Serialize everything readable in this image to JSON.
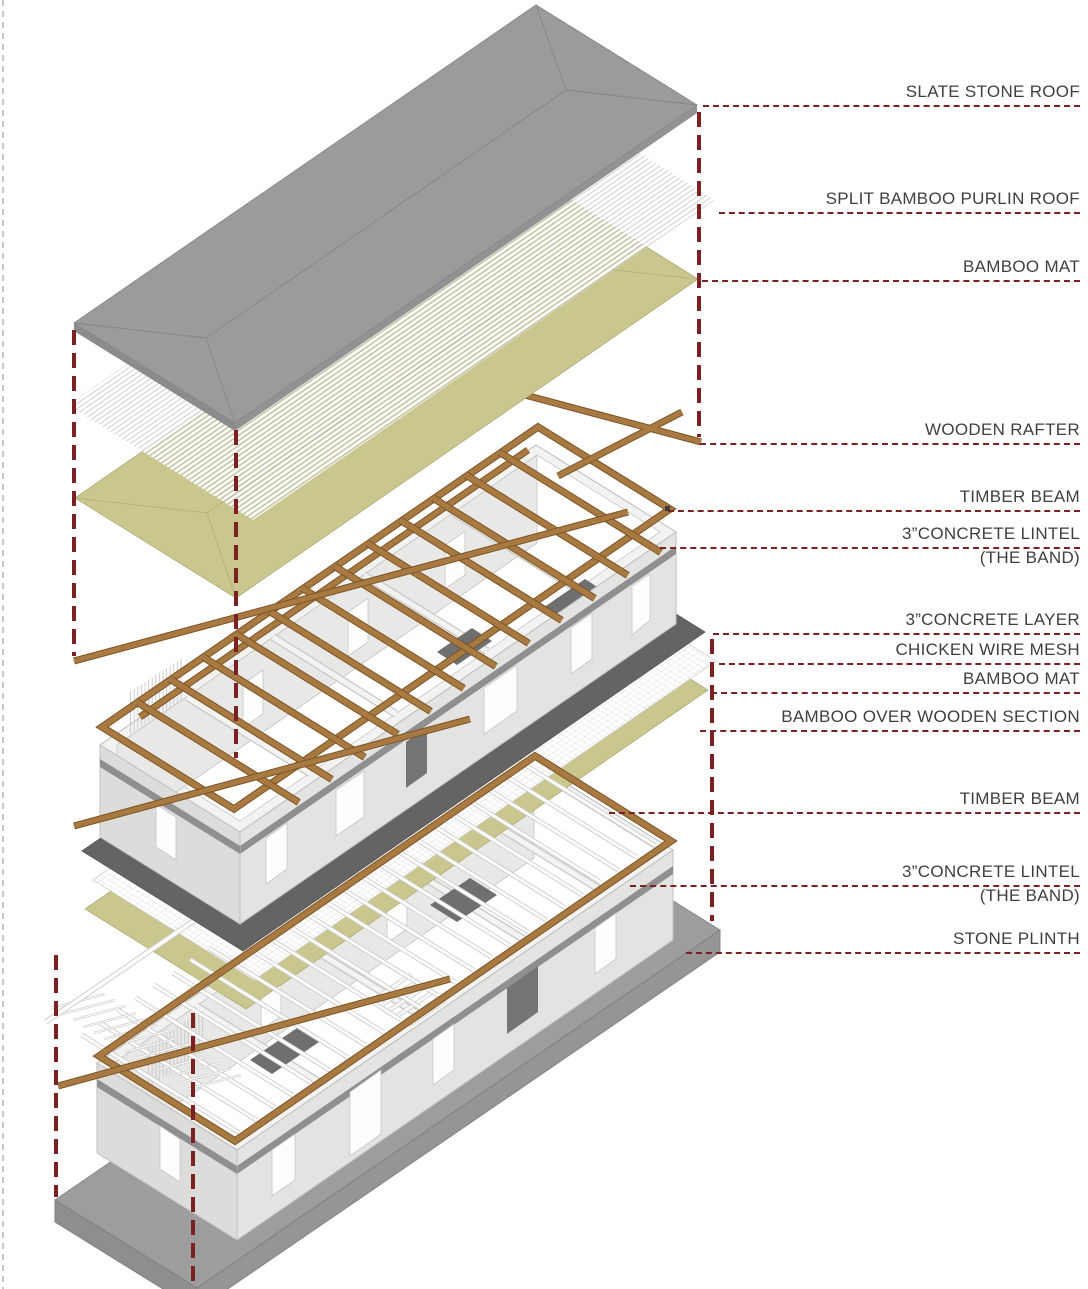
{
  "callouts": [
    {
      "id": "slate-stone-roof",
      "label": "SLATE STONE ROOF"
    },
    {
      "id": "split-bamboo-purlin-roof",
      "label": "SPLIT BAMBOO PURLIN ROOF"
    },
    {
      "id": "bamboo-mat-roof",
      "label": "BAMBOO MAT"
    },
    {
      "id": "wooden-rafter",
      "label": "WOODEN RAFTER"
    },
    {
      "id": "timber-beam-upper",
      "label": "TIMBER BEAM"
    },
    {
      "id": "concrete-lintel-upper",
      "label": "3”CONCRETE LINTEL",
      "label2": "(THE BAND)"
    },
    {
      "id": "concrete-layer",
      "label": "3”CONCRETE LAYER"
    },
    {
      "id": "chicken-wire-mesh",
      "label": "CHICKEN WIRE MESH"
    },
    {
      "id": "bamboo-mat-floor",
      "label": "BAMBOO MAT"
    },
    {
      "id": "bamboo-over-wooden-section",
      "label": "BAMBOO OVER WOODEN SECTION"
    },
    {
      "id": "timber-beam-lower",
      "label": "TIMBER BEAM"
    },
    {
      "id": "concrete-lintel-lower",
      "label": "3”CONCRETE LINTEL",
      "label2": "(THE BAND)"
    },
    {
      "id": "stone-plinth",
      "label": "STONE PLINTH"
    }
  ],
  "colors": {
    "leader_red": "#7B2023",
    "roof_gray": "#9B9A9C",
    "bamboo_khaki": "#CAC78E",
    "timber_brown": "#A0713A",
    "concrete_dark": "#646464",
    "wall_light": "#E3E3E1",
    "plinth_gray": "#9D9D9D"
  }
}
